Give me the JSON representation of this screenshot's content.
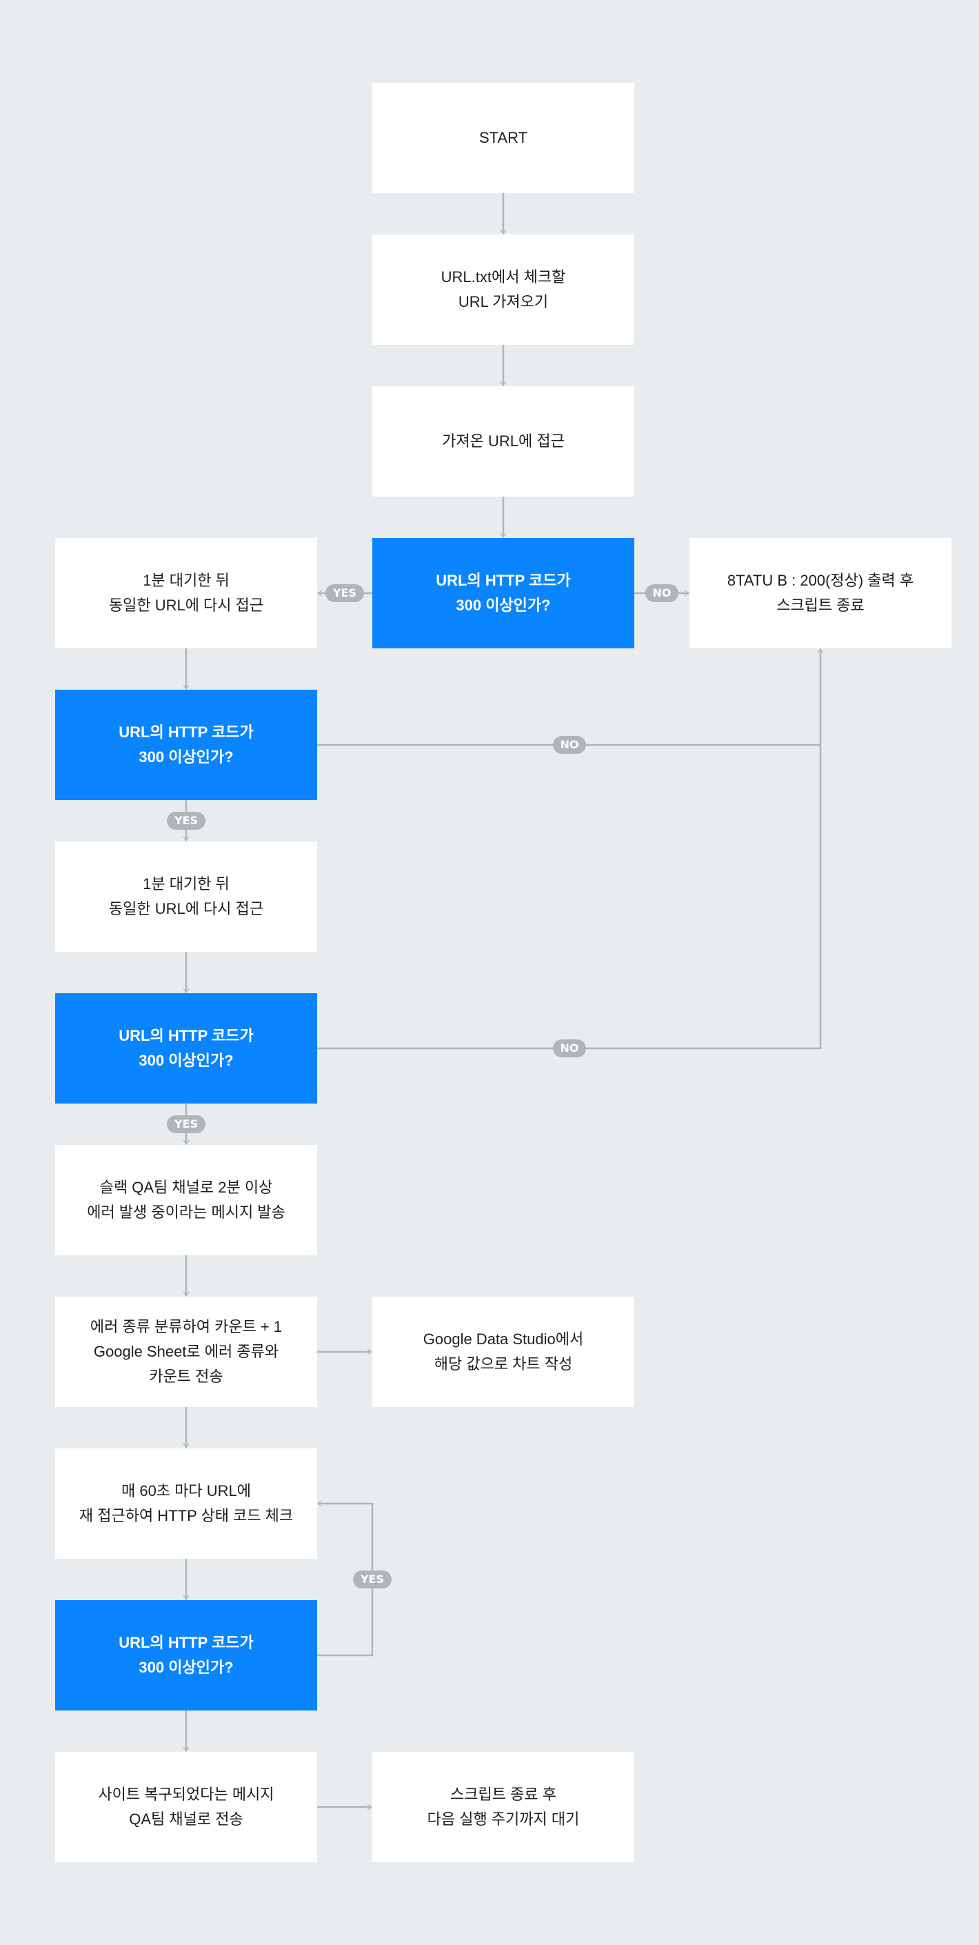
{
  "colors": {
    "background": "#E8ECEE",
    "process_box": "#FFFFFF",
    "decision_box": "#0A84FF",
    "connector": "#AEB5BC",
    "badge": "#AEB5BC"
  },
  "nodes": {
    "start": "START",
    "fetch_url": "URL.txt에서 체크할\nURL 가져오기",
    "access_url": "가져온 URL에 접근",
    "decision_1": "URL의 HTTP 코드가\n300 이상인가?",
    "status_ok": "8TATU B : 200(정상) 출력 후\n스크립트 종료",
    "wait_retry_1": "1분 대기한 뒤\n동일한 URL에 다시 접근",
    "decision_2": "URL의 HTTP 코드가\n300 이상인가?",
    "wait_retry_2": "1분 대기한 뒤\n동일한 URL에 다시 접근",
    "decision_3": "URL의 HTTP 코드가\n300 이상인가?",
    "slack_alert": "슬랙 QA팀 채널로 2분 이상\n에러 발생 중이라는 메시지 발송",
    "count_error": "에러 종류 분류하여 카운트 + 1\nGoogle Sheet로 에러 종류와\n카운트 전송",
    "data_studio": "Google Data Studio에서\n해당 값으로 차트 작성",
    "recheck": "매 60초 마다 URL에\n재 접근하여 HTTP 상태 코드 체크",
    "decision_4": "URL의 HTTP 코드가\n300 이상인가?",
    "recovered": "사이트 복구되었다는 메시지\nQA팀 채널로 전송",
    "end_wait": "스크립트 종료 후\n다음 실행 주기까지 대기"
  },
  "labels": {
    "yes": "YES",
    "no": "NO"
  }
}
